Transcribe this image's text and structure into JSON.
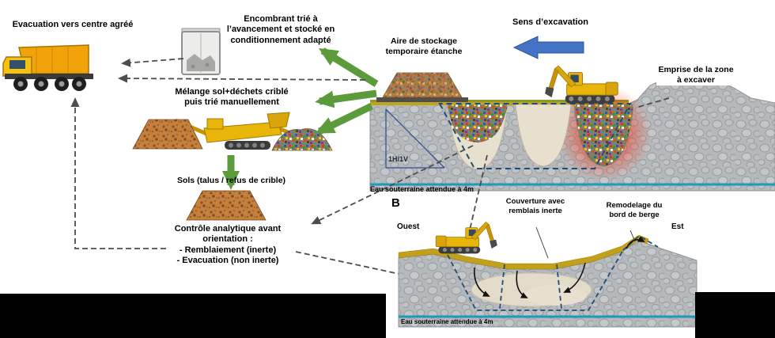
{
  "process": {
    "evacuation": "Evacuation vers centre agréé",
    "encombrant": "Encombrant trié à l’avancement et stocké en conditionnement adapté",
    "aire_stockage": "Aire de stockage temporaire étanche",
    "melange": "Mélange sol+déchets criblé puis trié manuellement",
    "sols": "Sols (talus / refus de crible)",
    "controle_title": "Contrôle analytique avant orientation :",
    "controle_items": [
      "- Remblaiement (inerte)",
      "- Evacuation (non inerte)"
    ]
  },
  "section_a": {
    "sens_excavation": "Sens d’excavation",
    "emprise": "Emprise de la zone à excaver",
    "slope": "1H/1V",
    "eau": "Eau souterraine attendue à 4m"
  },
  "section_b": {
    "label": "B",
    "ouest": "Ouest",
    "est": "Est",
    "couverture": "Couverture avec remblais inerte",
    "remodelage": "Remodelage du bord de berge",
    "eau": "Eau souterraine attendue à 4m"
  },
  "colors": {
    "green_arrow": "#5b9b3c",
    "blue_arrow": "#4472c4",
    "dashed_line": "#4d4d4d",
    "excavation_outline": "#1f4e79",
    "water": "#1d9bb8",
    "soil": "#c5803d",
    "ground": "#b6b9bc",
    "cover_layer": "#c2a019",
    "machine_yellow": "#e8b50a"
  }
}
